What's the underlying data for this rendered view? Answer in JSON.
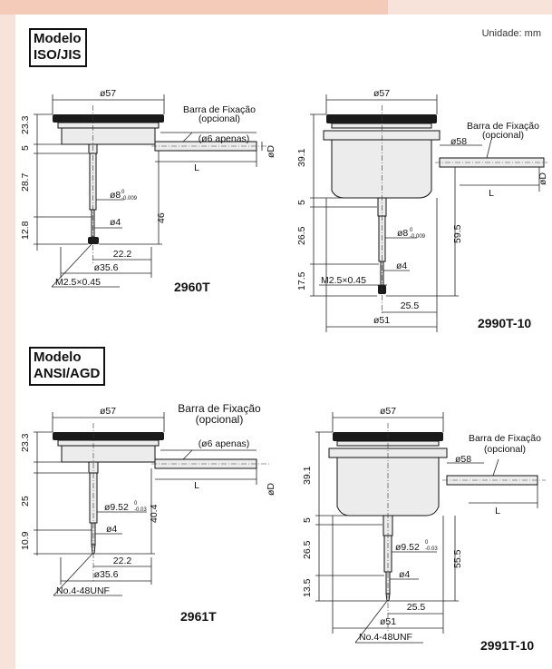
{
  "unit_label": "Unidade: mm",
  "sections": [
    {
      "model_line1": "Modelo",
      "model_line2": "ISO/JIS"
    },
    {
      "model_line1": "Modelo",
      "model_line2": "ANSI/AGD"
    }
  ],
  "drawings": [
    {
      "model": "2960T",
      "labels": {
        "d57": "ø57",
        "bar1": "Barra de Fixação",
        "bar2": "(opcional)",
        "bar3": "(ø6 apenas)",
        "h233": "23.3",
        "h5": "5",
        "L": "L",
        "oD": "øD",
        "h287": "28.7",
        "h128": "12.8",
        "h46": "46",
        "d8": "ø8",
        "tol_up": "0",
        "tol_dn": "-0.009",
        "d4": "ø4",
        "w222": "22.2",
        "d356": "ø35.6",
        "thread": "M2.5×0.45"
      }
    },
    {
      "model": "2990T-10",
      "labels": {
        "d57": "ø57",
        "bar1": "Barra de Fixação",
        "bar2": "(opcional)",
        "d58": "ø58",
        "h391": "39.1",
        "h5": "5",
        "L": "L",
        "oD": "øD",
        "h265": "26.5",
        "h175": "17.5",
        "h595": "59.5",
        "d8": "ø8",
        "tol_up": "0",
        "tol_dn": "-0.009",
        "d4": "ø4",
        "thread": "M2.5×0.45",
        "w255": "25.5",
        "d51": "ø51"
      }
    },
    {
      "model": "2961T",
      "labels": {
        "d57": "ø57",
        "bar1": "Barra de Fixação",
        "bar2": "(opcional)",
        "bar3": "(ø6 apenas)",
        "h233": "23.3",
        "h25": "25",
        "h109": "10.9",
        "h404": "40.4",
        "L": "L",
        "oD": "øD",
        "d952": "ø9.52",
        "tol_up": "0",
        "tol_dn": "-0.03",
        "d4": "ø4",
        "w222": "22.2",
        "d356": "ø35.6",
        "thread": "No.4-48UNF"
      }
    },
    {
      "model": "2991T-10",
      "labels": {
        "d57": "ø57",
        "bar1": "Barra de Fixação",
        "bar2": "(opcional)",
        "d58": "ø58",
        "h391": "39.1",
        "h5": "5",
        "h265": "26.5",
        "h135": "13.5",
        "h555": "55.5",
        "L": "L",
        "d952": "ø9.52",
        "tol_up": "0",
        "tol_dn": "-0.03",
        "d4": "ø4",
        "w255": "25.5",
        "d51": "ø51",
        "thread": "No.4-48UNF"
      }
    }
  ]
}
